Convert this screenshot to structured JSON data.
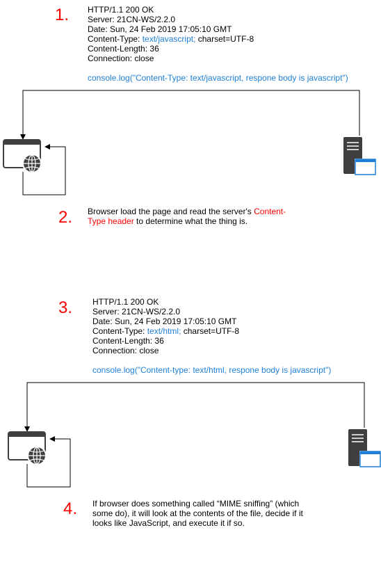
{
  "colors": {
    "accent_red": "#ff0000",
    "accent_blue": "#1e7fd6",
    "icon_gray": "#3f3f3f",
    "window_blue": "#1f7ed6"
  },
  "step1": {
    "number": "1.",
    "status_line": "HTTP/1.1 200 OK",
    "server": "Server: 21CN-WS/2.2.0",
    "date": "Date: Sun, 24 Feb 2019 17:05:10 GMT",
    "content_type_prefix": "Content-Type: ",
    "content_type_value": "text/javascript;",
    "content_type_suffix": " charset=UTF-8",
    "content_length": "Content-Length: 36",
    "connection": "Connection: close",
    "console_log": "console.log(\"Content-Type: text/javascript, respone body is javascript\")"
  },
  "step2": {
    "number": "2.",
    "text_before": "Browser load the page and read the server's ",
    "text_highlight": "Content-Type header",
    "text_after": " to determine what the thing is."
  },
  "step3": {
    "number": "3.",
    "status_line": "HTTP/1.1 200 OK",
    "server": "Server: 21CN-WS/2.2.0",
    "date": "Date: Sun, 24 Feb 2019 17:05:10 GMT",
    "content_type_prefix": "Content-Type: ",
    "content_type_value": "text/html;",
    "content_type_suffix": " charset=UTF-8",
    "content_length": "Content-Length: 36",
    "connection": "Connection: close",
    "console_log": "console.log(\"Content-type: text/html, respone body is javascript\")"
  },
  "step4": {
    "number": "4.",
    "text": "If browser does something called “MIME sniffing” (which some do), it will look at the contents of the file, decide if it looks like JavaScript, and execute it if so."
  },
  "icons": {
    "browser": "browser-globe-icon",
    "server": "server-window-icon"
  }
}
